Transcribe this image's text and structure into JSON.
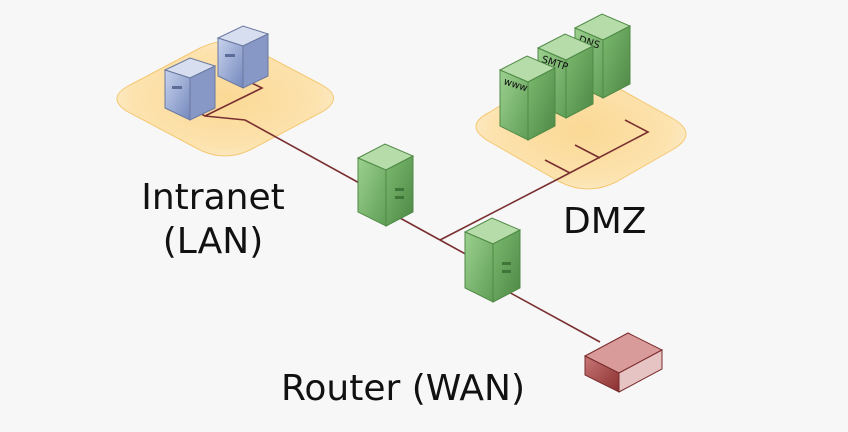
{
  "labels": {
    "intranet_line1": "Intranet",
    "intranet_line2": "(LAN)",
    "dmz": "DMZ",
    "router": "Router (WAN)"
  },
  "dmz_servers": [
    {
      "label": "www"
    },
    {
      "label": "SMTP"
    },
    {
      "label": "DNS"
    }
  ],
  "colors": {
    "background": "#f7f7f7",
    "zone_fill": "#fbd995",
    "cable": "#7a3030",
    "lan_server": "#8d9fcd",
    "firewall_server": "#7ab56e",
    "router": "#a34a4a"
  }
}
